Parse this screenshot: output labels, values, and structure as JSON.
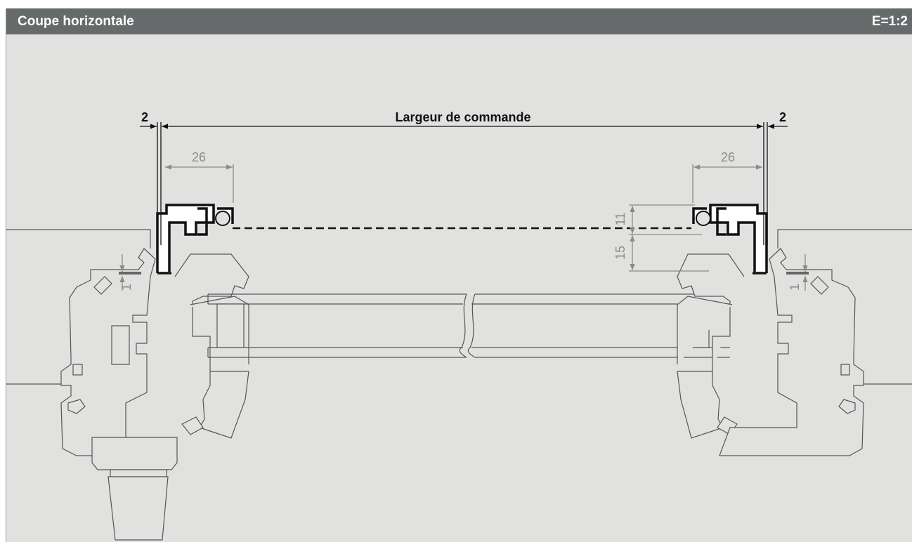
{
  "header": {
    "title": "Coupe horizontale",
    "scale": "E=1:2"
  },
  "dimensions": {
    "order_width_label": "Largeur de commande",
    "left_gap": "2",
    "right_gap": "2",
    "left_profile_depth": "26",
    "right_profile_depth": "26",
    "upper_height": "11",
    "lower_height": "15",
    "left_clearance": "1",
    "right_clearance": "1"
  },
  "colors": {
    "header_bg": "#666a6b",
    "drawing_bg": "#e1e2e0",
    "profile_line": "#111111",
    "dimension_line": "#8a8c8a"
  }
}
